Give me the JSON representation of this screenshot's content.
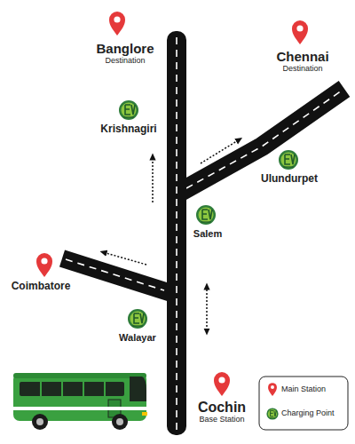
{
  "diagram": {
    "labels": [
      "Banglore",
      "Destination",
      "Chennai",
      "Destination",
      "Krishnagiri",
      "Ulundurpet",
      "Salem",
      "Coimbatore",
      "Walayar",
      "Cochin",
      "Base Station"
    ],
    "legend": [
      {
        "text": "Main Station"
      },
      {
        "text": "Charging Point"
      }
    ]
  }
}
